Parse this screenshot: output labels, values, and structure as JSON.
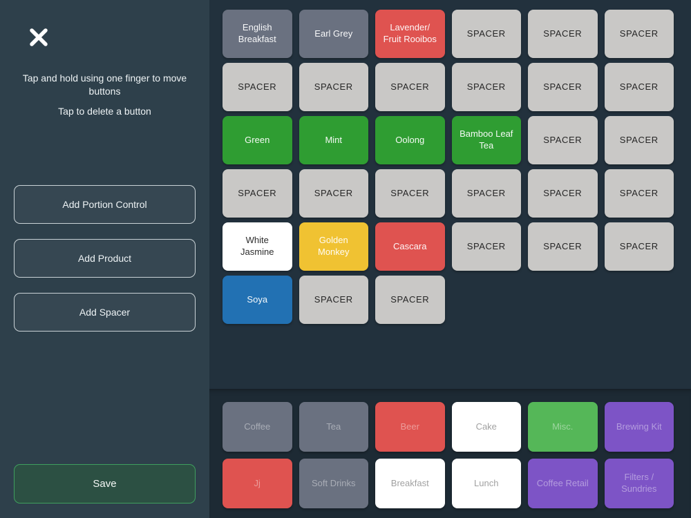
{
  "colors": {
    "sidebar_bg": "#2e404b",
    "main_bg": "#22313d",
    "category_bar_bg": "#1d2a34",
    "save_bg": "#2c5043",
    "save_border": "#3f9f5e",
    "slate": "#6a7180",
    "spacer": "#c9c8c6",
    "red": "#df5350",
    "green": "#2f9d32",
    "gold": "#f0c232",
    "blue": "#2271b3",
    "white": "#ffffff",
    "green_light": "#55b758",
    "purple": "#7d54c6"
  },
  "sidebar": {
    "close_icon": "x-icon",
    "instruction_move": "Tap and hold using one finger to move buttons",
    "instruction_delete": "Tap to delete a button",
    "action_buttons": [
      "Add Portion Control",
      "Add Product",
      "Add Spacer"
    ],
    "save_label": "Save"
  },
  "grid": {
    "rows": [
      [
        {
          "label": "English Breakfast",
          "color": "slate"
        },
        {
          "label": "Earl Grey",
          "color": "slate"
        },
        {
          "label": "Lavender/ Fruit Rooibos",
          "color": "red"
        },
        {
          "label": "SPACER",
          "color": "spacer"
        },
        {
          "label": "SPACER",
          "color": "spacer"
        },
        {
          "label": "SPACER",
          "color": "spacer"
        }
      ],
      [
        {
          "label": "SPACER",
          "color": "spacer"
        },
        {
          "label": "SPACER",
          "color": "spacer"
        },
        {
          "label": "SPACER",
          "color": "spacer"
        },
        {
          "label": "SPACER",
          "color": "spacer"
        },
        {
          "label": "SPACER",
          "color": "spacer"
        },
        {
          "label": "SPACER",
          "color": "spacer"
        }
      ],
      [
        {
          "label": "Green",
          "color": "green"
        },
        {
          "label": "Mint",
          "color": "green"
        },
        {
          "label": "Oolong",
          "color": "green"
        },
        {
          "label": "Bamboo Leaf Tea",
          "color": "green"
        },
        {
          "label": "SPACER",
          "color": "spacer"
        },
        {
          "label": "SPACER",
          "color": "spacer"
        }
      ],
      [
        {
          "label": "SPACER",
          "color": "spacer"
        },
        {
          "label": "SPACER",
          "color": "spacer"
        },
        {
          "label": "SPACER",
          "color": "spacer"
        },
        {
          "label": "SPACER",
          "color": "spacer"
        },
        {
          "label": "SPACER",
          "color": "spacer"
        },
        {
          "label": "SPACER",
          "color": "spacer"
        }
      ],
      [
        {
          "label": "White Jasmine",
          "color": "white"
        },
        {
          "label": "Golden Monkey",
          "color": "gold"
        },
        {
          "label": "Cascara",
          "color": "red"
        },
        {
          "label": "SPACER",
          "color": "spacer"
        },
        {
          "label": "SPACER",
          "color": "spacer"
        },
        {
          "label": "SPACER",
          "color": "spacer"
        }
      ],
      [
        {
          "label": "Soya",
          "color": "blue"
        },
        {
          "label": "SPACER",
          "color": "spacer"
        },
        {
          "label": "SPACER",
          "color": "spacer"
        }
      ]
    ]
  },
  "categories": {
    "rows": [
      [
        {
          "label": "Coffee",
          "color": "slate"
        },
        {
          "label": "Tea",
          "color": "slate"
        },
        {
          "label": "Beer",
          "color": "red"
        },
        {
          "label": "Cake",
          "color": "white"
        },
        {
          "label": "Misc.",
          "color": "green_light"
        },
        {
          "label": "Brewing Kit",
          "color": "purple"
        }
      ],
      [
        {
          "label": "Jj",
          "color": "red"
        },
        {
          "label": "Soft Drinks",
          "color": "slate"
        },
        {
          "label": "Breakfast",
          "color": "white"
        },
        {
          "label": "Lunch",
          "color": "white"
        },
        {
          "label": "Coffee Retail",
          "color": "purple"
        },
        {
          "label": "Filters / Sundries",
          "color": "purple"
        }
      ]
    ]
  }
}
